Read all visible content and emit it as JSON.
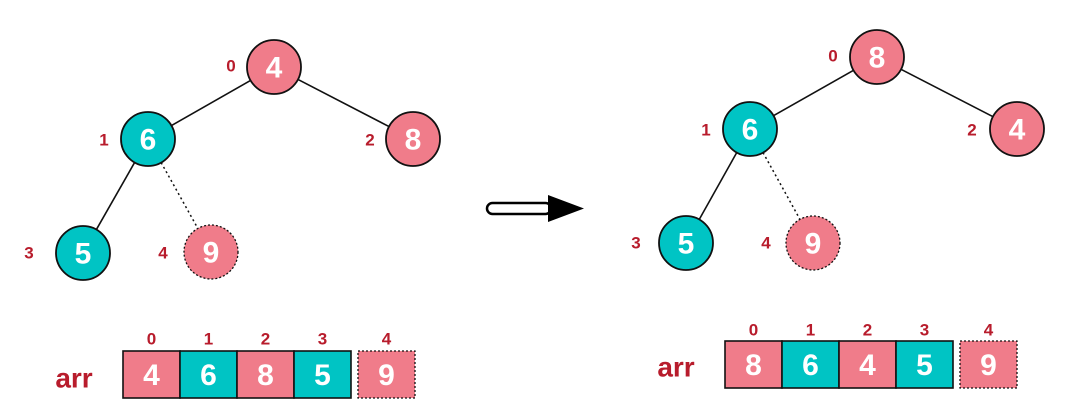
{
  "colors": {
    "pink": "#f07c8a",
    "teal": "#00c4c4",
    "label": "#b81c2c",
    "stroke": "#111111"
  },
  "before": {
    "array_label": "arr",
    "nodes": [
      {
        "index": "0",
        "value": "4",
        "color": "pink",
        "dashed": false
      },
      {
        "index": "1",
        "value": "6",
        "color": "teal",
        "dashed": false
      },
      {
        "index": "2",
        "value": "8",
        "color": "pink",
        "dashed": false
      },
      {
        "index": "3",
        "value": "5",
        "color": "teal",
        "dashed": false
      },
      {
        "index": "4",
        "value": "9",
        "color": "pink",
        "dashed": true
      }
    ]
  },
  "after": {
    "array_label": "arr",
    "nodes": [
      {
        "index": "0",
        "value": "8",
        "color": "pink",
        "dashed": false
      },
      {
        "index": "1",
        "value": "6",
        "color": "teal",
        "dashed": false
      },
      {
        "index": "2",
        "value": "4",
        "color": "pink",
        "dashed": false
      },
      {
        "index": "3",
        "value": "5",
        "color": "teal",
        "dashed": false
      },
      {
        "index": "4",
        "value": "9",
        "color": "pink",
        "dashed": true
      }
    ]
  }
}
